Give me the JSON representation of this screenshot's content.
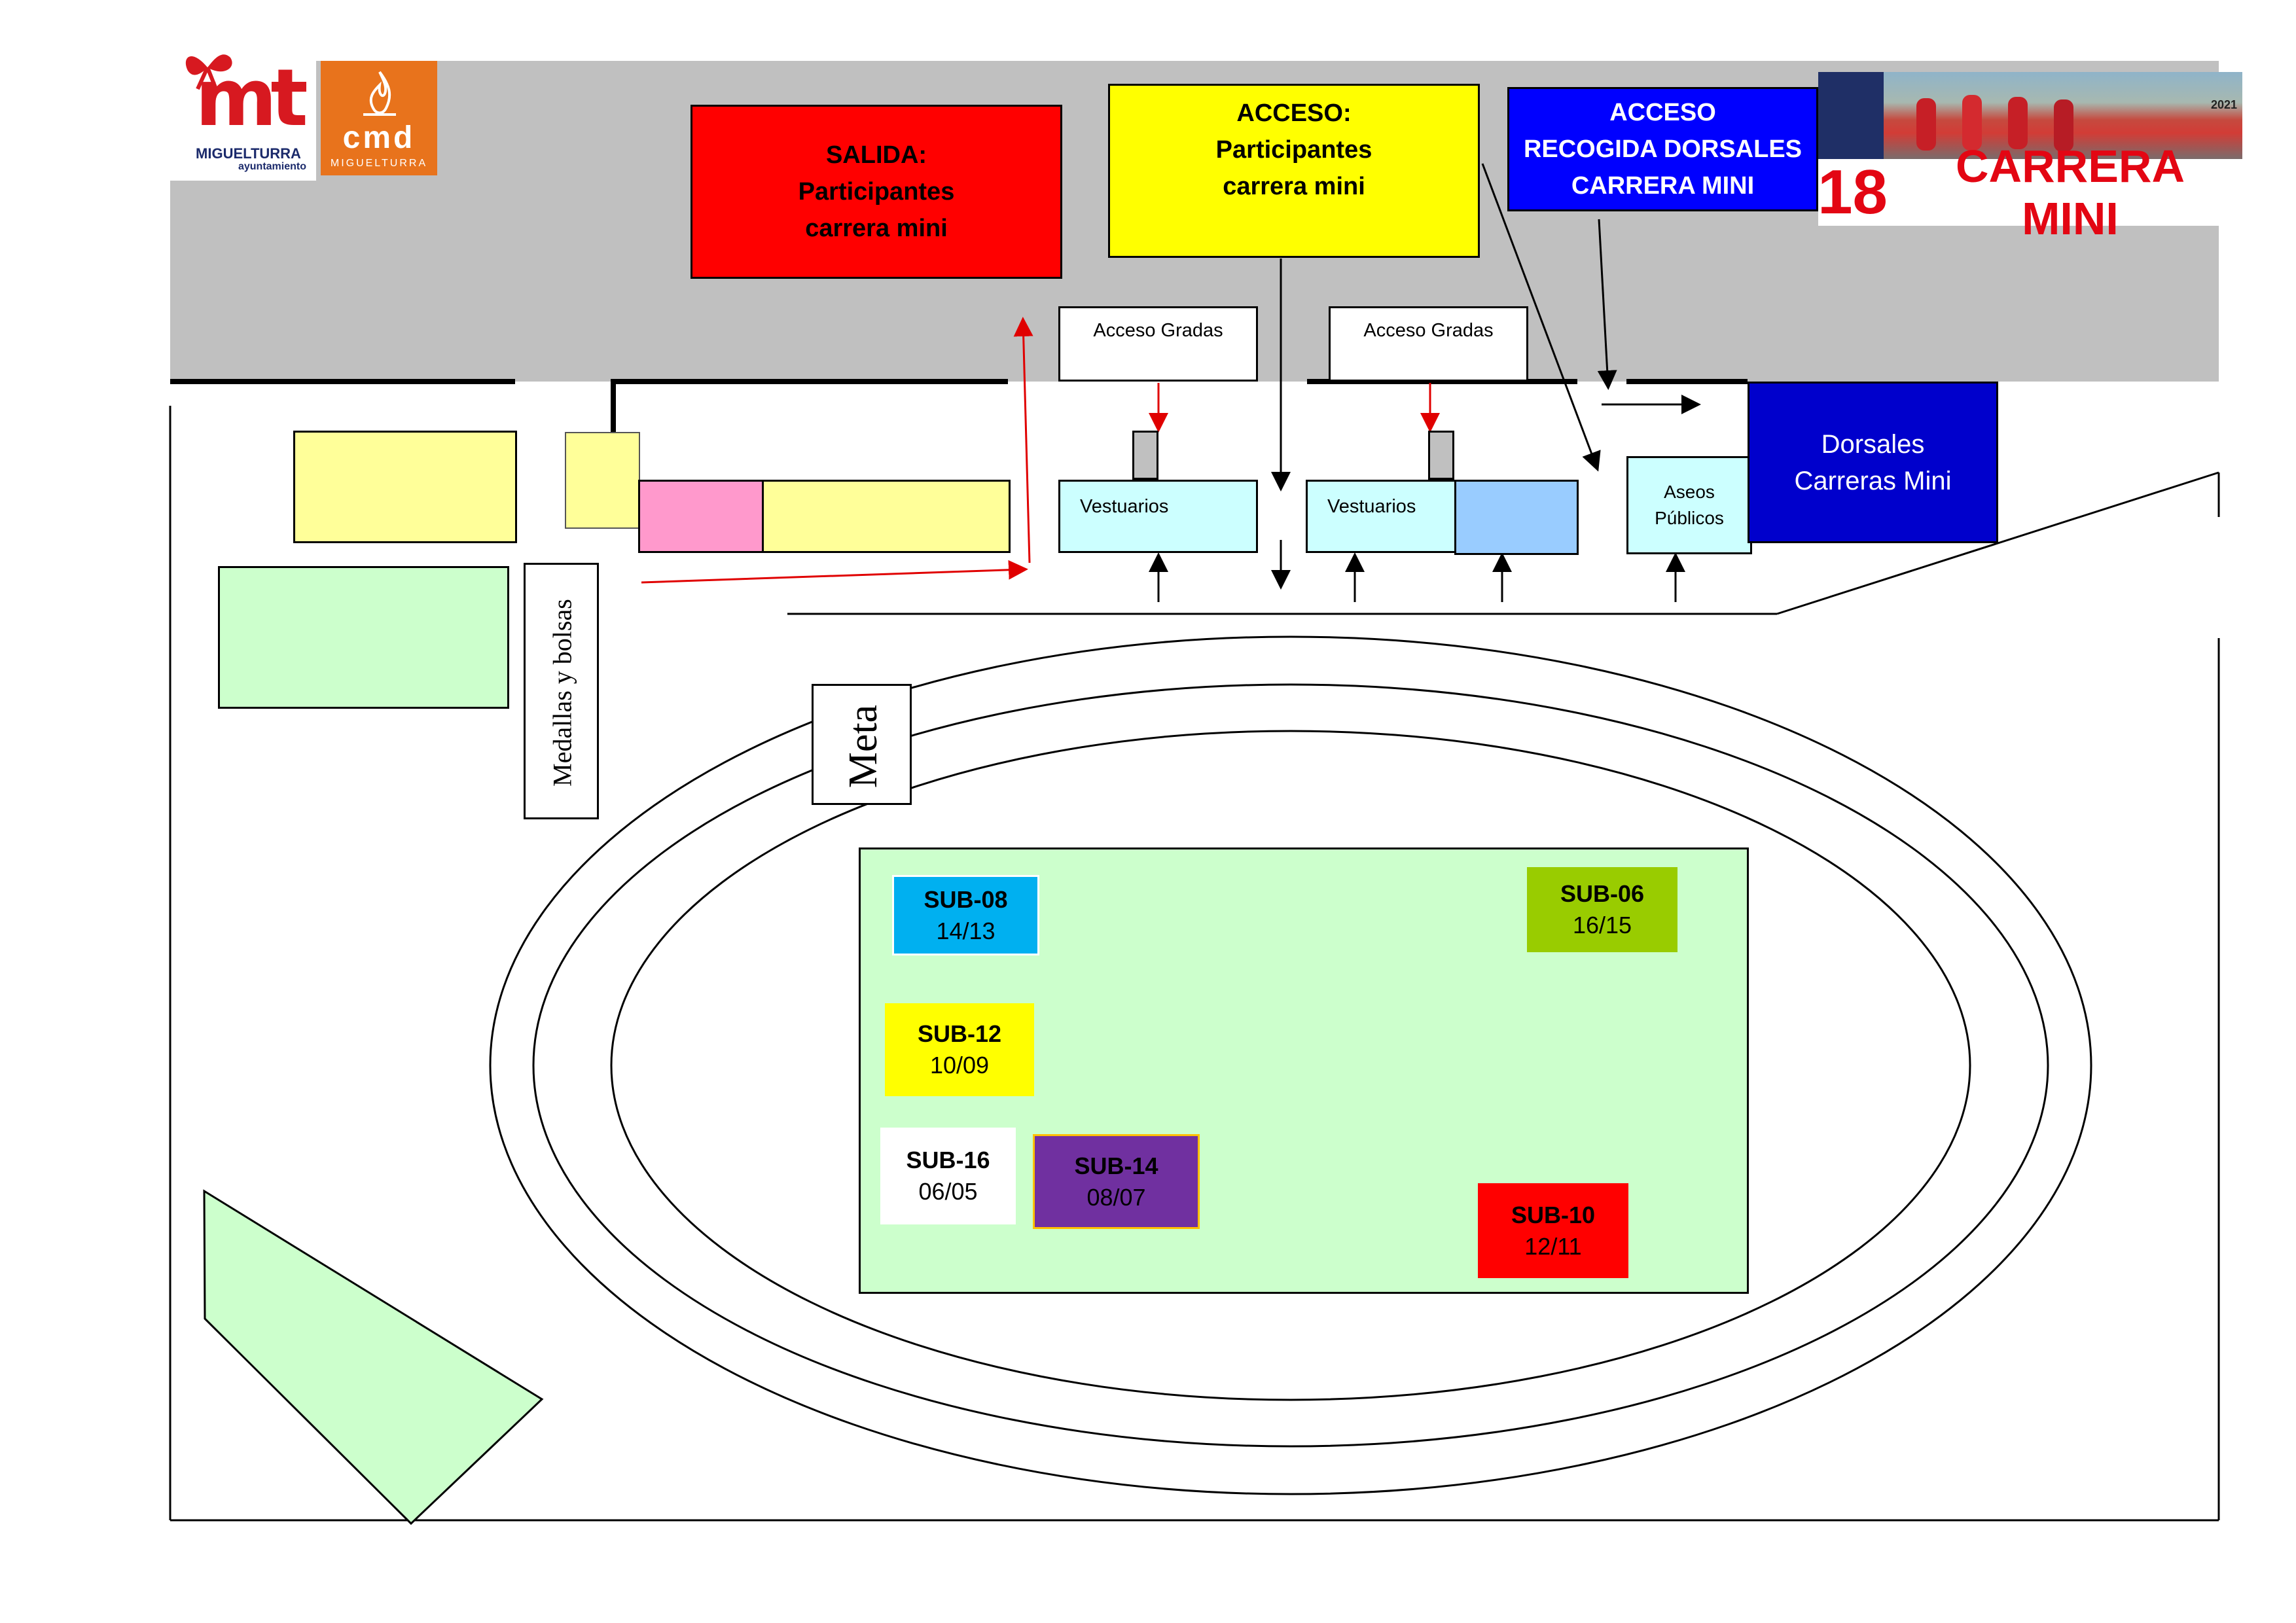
{
  "colors": {
    "road": "#c0c0c0",
    "salida": "#ff0000",
    "acceso": "#ffff00",
    "recogida": "#0000ff",
    "dorsales": "#0000cc",
    "vestuarios": "#ccffff",
    "green_area": "#ccffcc",
    "yellow_block": "#ffff99",
    "pink_block": "#ff99cc",
    "blue_block": "#99ccff",
    "sub08": "#00b0f0",
    "sub06": "#99cc00",
    "sub12": "#ffff00",
    "sub16": "#ffffff",
    "sub14": "#7030a0",
    "sub10": "#ff0000",
    "logo_mt": "#d71920",
    "logo_cmd": "#e8731c"
  },
  "logos": {
    "mt": {
      "text": "mt",
      "name": "MIGUELTURRA",
      "sub": "ayuntamiento"
    },
    "cmd": {
      "text": "cmd",
      "name": "MIGUELTURRA"
    },
    "event": {
      "number": "18",
      "title": "CARRERA MINI",
      "year": "2021"
    }
  },
  "signs": {
    "salida": {
      "line1": "SALIDA:",
      "line2": "Participantes",
      "line3": "carrera mini"
    },
    "acceso": {
      "line1": "ACCESO:",
      "line2": "Participantes",
      "line3": "carrera mini"
    },
    "recogida": {
      "line1": "ACCESO",
      "line2": "RECOGIDA DORSALES",
      "line3": "CARRERA MINI"
    }
  },
  "facilities": {
    "acceso_gradas_1": "Acceso Gradas",
    "acceso_gradas_2": "Acceso Gradas",
    "vestuarios_1": "Vestuarios",
    "vestuarios_2": "Vestuarios",
    "aseos": {
      "line1": "Aseos",
      "line2": "Públicos"
    },
    "dorsales": {
      "line1": "Dorsales",
      "line2": "Carreras Mini"
    },
    "medallas": "Medallas y bolsas",
    "meta": "Meta"
  },
  "categories": [
    {
      "id": "sub08",
      "name": "SUB-08",
      "years": "14/13"
    },
    {
      "id": "sub06",
      "name": "SUB-06",
      "years": "16/15"
    },
    {
      "id": "sub12",
      "name": "SUB-12",
      "years": "10/09"
    },
    {
      "id": "sub16",
      "name": "SUB-16",
      "years": "06/05"
    },
    {
      "id": "sub14",
      "name": "SUB-14",
      "years": "08/07"
    },
    {
      "id": "sub10",
      "name": "SUB-10",
      "years": "12/11"
    }
  ]
}
